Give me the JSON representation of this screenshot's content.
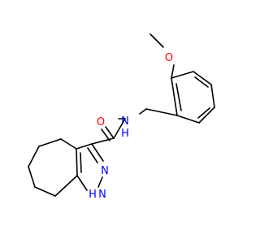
{
  "molecule": {
    "colors": {
      "bond": "#000000",
      "oxygen": "#ff0000",
      "nitrogen": "#0000ff",
      "background": "#ffffff"
    },
    "atom_labels": {
      "methoxy_oxygen": "O",
      "amide_nitrogen": "N",
      "amide_hydrogen": "H",
      "carbonyl_oxygen": "O",
      "pyrazole_nitrogen": "N",
      "pyrazole_nh_nitrogen": "N",
      "pyrazole_nh_hydrogen": "H"
    }
  }
}
